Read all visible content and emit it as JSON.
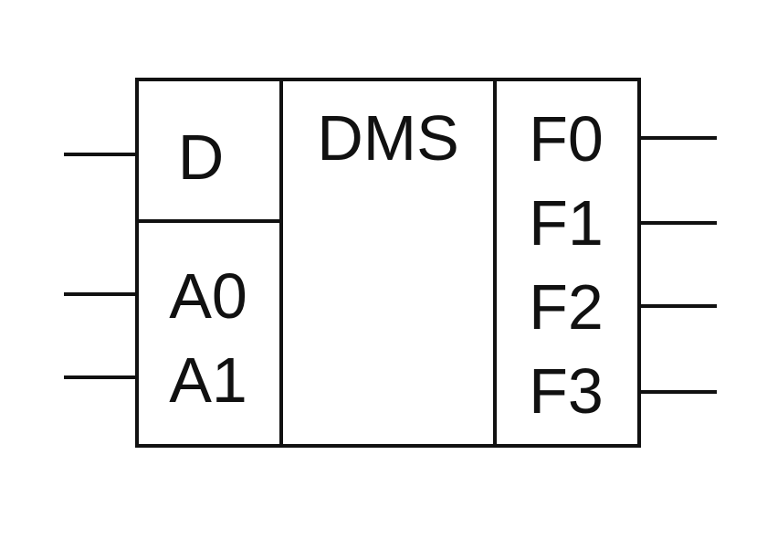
{
  "block": {
    "title": "DMS",
    "data_input_label": "D",
    "address_inputs": [
      "A0",
      "A1"
    ],
    "outputs": [
      "F0",
      "F1",
      "F2",
      "F3"
    ]
  },
  "colors": {
    "line": "#111111",
    "background": "#ffffff"
  }
}
